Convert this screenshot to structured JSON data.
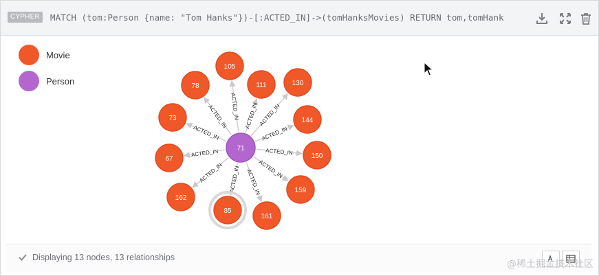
{
  "toolbar": {
    "tag": "CYPHER",
    "query": "MATCH (tom:Person {name: \"Tom Hanks\"})-[:ACTED_IN]->(tomHanksMovies) RETURN tom,tomHank",
    "icons": [
      "download-icon",
      "expand-icon",
      "trash-icon"
    ]
  },
  "legend": [
    {
      "label": "Movie",
      "color": "#f0582a"
    },
    {
      "label": "Person",
      "color": "#b466cf"
    }
  ],
  "graph": {
    "center": {
      "id": "71",
      "color": "#b466cf"
    },
    "relationship_type": "ACTED_IN",
    "movies": [
      {
        "id": "105"
      },
      {
        "id": "111"
      },
      {
        "id": "130"
      },
      {
        "id": "144"
      },
      {
        "id": "150"
      },
      {
        "id": "159"
      },
      {
        "id": "161"
      },
      {
        "id": "85",
        "selected": true
      },
      {
        "id": "162"
      },
      {
        "id": "67"
      },
      {
        "id": "73"
      },
      {
        "id": "78"
      }
    ]
  },
  "footer": {
    "status": "Displaying 13 nodes, 13 relationships"
  },
  "watermark": "@稀土掘金技术社区",
  "colors": {
    "movie": "#f0582a",
    "person": "#b466cf",
    "edge": "#c9c9c9"
  }
}
